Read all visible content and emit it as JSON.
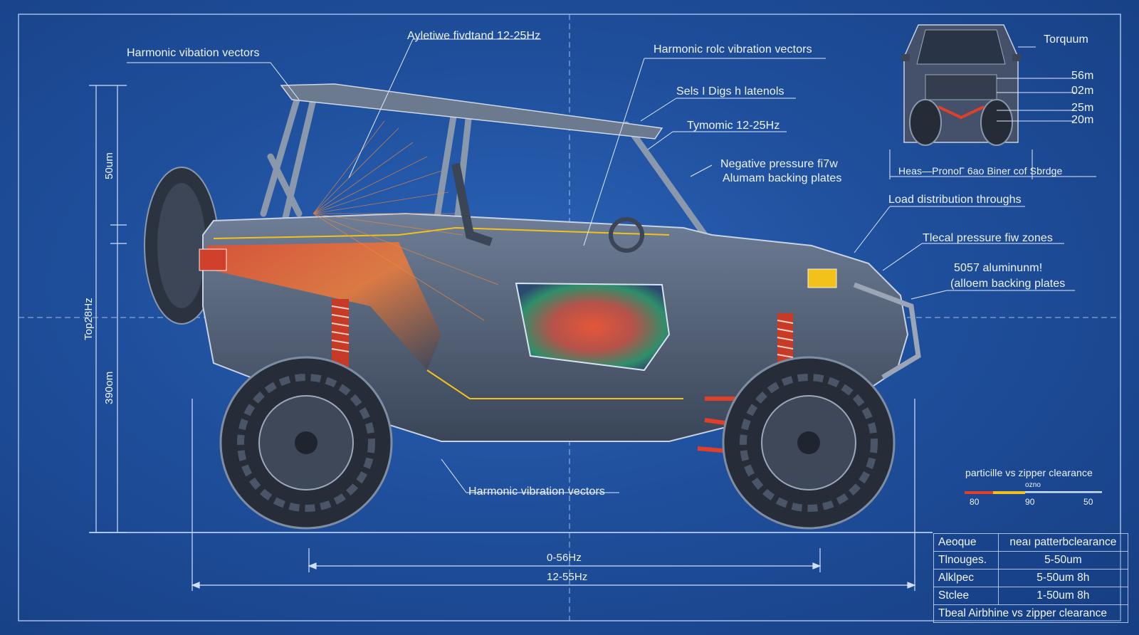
{
  "callouts": {
    "top_left": "Harmonic vibation vectors",
    "top_center": "Ayletiwe fivdtand 12-25Hz",
    "top_right_1": "Harmonic rolc vibration vectors",
    "top_right_2": "Sels I Digs  h latenols",
    "top_right_3": "Tymomic 12-25Hz",
    "neg_pressure_1": "Negative pressure fi7w",
    "neg_pressure_2": "Alumam backing plates",
    "load_dist": "Load distribution throughs",
    "neal_pressure": "Tlecal pressure fiw zones",
    "alum_1": "5057 aluminunm!",
    "alum_2": "(alloem backing plates",
    "bottom_center": "Harmonic vibration vectors"
  },
  "front_view": {
    "title": "Torquum",
    "dims": [
      "56m",
      "02m",
      "25m",
      "20m"
    ],
    "caption": "Heas—PronoΓ  6ao Biner cof Sbrdge"
  },
  "dimensions": {
    "left_top": "50um",
    "left_mid": "Top28Hz",
    "left_bottom": "390om",
    "bottom_1": "0-56Hz",
    "bottom_2": "12-55Hz"
  },
  "clearance_scale": {
    "title": "particille vs zipper clearance",
    "sub": "ozno",
    "ticks": [
      "80",
      "90",
      "50"
    ]
  },
  "table": {
    "rows": [
      [
        "Aeoque",
        "neaı patterbclearance"
      ],
      [
        "Tlnouges.",
        "5-50um"
      ],
      [
        "Alklpec",
        "5-50um  8h"
      ],
      [
        "Stclee",
        "1-50um  8h"
      ]
    ],
    "footer": "Tbeal Airbhine vs zipper clearance"
  },
  "colors": {
    "background": "#1f4f9c",
    "line": "#cfe0ff",
    "accent_red": "#e0402a",
    "accent_yellow": "#f2c21b"
  }
}
